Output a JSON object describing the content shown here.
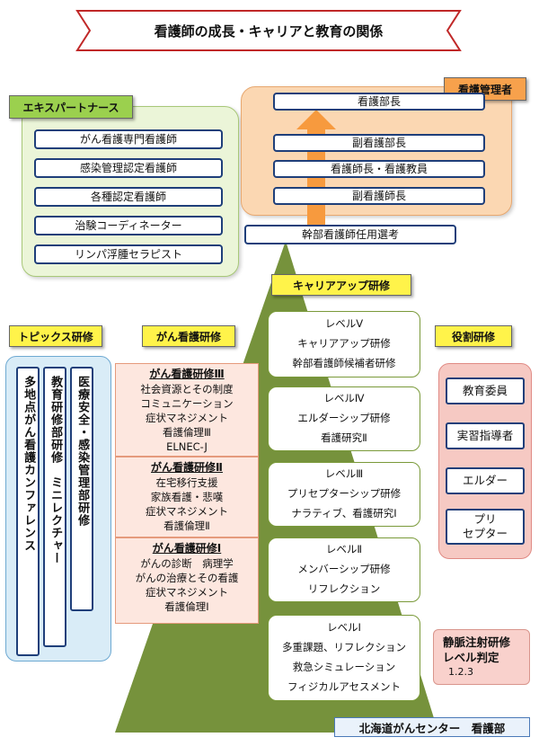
{
  "title": "看護師の成長・キャリアと教育の関係",
  "expert": {
    "label": "エキスパートナース",
    "items": [
      "がん看護専門看護師",
      "感染管理認定看護師",
      "各種認定看護師",
      "治験コーディネーター",
      "リンパ浮腫セラピスト"
    ]
  },
  "management": {
    "label": "看護管理者",
    "items": [
      "看護部長",
      "副看護部長",
      "看護師長・看護教員",
      "副看護師長"
    ],
    "selection": "幹部看護師任用選考"
  },
  "career_up": {
    "label": "キャリアアップ研修",
    "levels": [
      {
        "name": "レベルⅤ",
        "lines": [
          "キャリアアップ研修",
          "幹部看護師候補者研修"
        ]
      },
      {
        "name": "レベルⅣ",
        "lines": [
          "エルダーシップ研修",
          "看護研究Ⅱ"
        ]
      },
      {
        "name": "レベルⅢ",
        "lines": [
          "プリセプターシップ研修",
          "ナラティブ、看護研究Ⅰ"
        ]
      },
      {
        "name": "レベルⅡ",
        "lines": [
          "メンバーシップ研修",
          "リフレクション"
        ]
      },
      {
        "name": "レベルⅠ",
        "lines": [
          "多重課題、リフレクション",
          "救急シミュレーション",
          "フィジカルアセスメント"
        ]
      }
    ]
  },
  "topics": {
    "label": "トピックス研修",
    "columns": [
      "多地点がん看護カンファレンス",
      "教育研修部研修　ミニレクチャー",
      "医療安全・感染管理部研修"
    ]
  },
  "cancer": {
    "label": "がん看護研修",
    "sections": [
      {
        "title": "がん看護研修Ⅲ",
        "lines": [
          "社会資源とその制度",
          "コミュニケーション",
          "症状マネジメント",
          "看護倫理Ⅲ",
          "ELNEC-J"
        ]
      },
      {
        "title": "がん看護研修Ⅱ",
        "lines": [
          "在宅移行支援",
          "家族看護・悲嘆",
          "症状マネジメント",
          "看護倫理Ⅱ"
        ]
      },
      {
        "title": "がん看護研修Ⅰ",
        "lines": [
          "がんの診断　病理学",
          "がんの治療とその看護",
          "症状マネジメント",
          "看護倫理Ⅰ"
        ]
      }
    ]
  },
  "role": {
    "label": "役割研修",
    "items": [
      "教育委員",
      "実習指導者",
      "エルダー",
      "プリ\nセプター"
    ]
  },
  "iv": {
    "lines": [
      "静脈注射研修",
      "レベル判定"
    ],
    "sub": "1.2.3"
  },
  "footer": "北海道がんセンター　看護部",
  "colors": {
    "navy": "#1f3f7a",
    "pyramid": "#76923c",
    "expert_bg": "#ebf5d8",
    "expert_tag": "#9bd04e",
    "mgmt_bg": "#fbd7b2",
    "mgmt_tag": "#f7a14c",
    "arrow": "#f79a3e",
    "role_bg": "#f6c9c3",
    "iv_bg": "#f9d1cc",
    "yellow": "#fff34a"
  }
}
